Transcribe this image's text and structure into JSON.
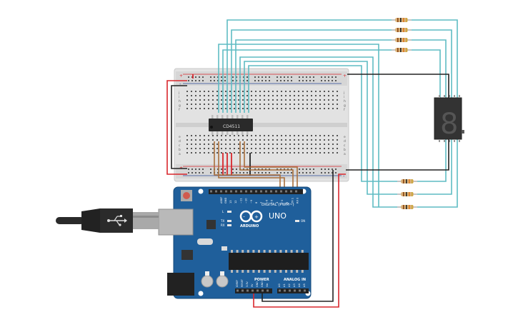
{
  "chip": {
    "label": "CD4511"
  },
  "arduino": {
    "header_digital": "DIGITAL (PWM~)",
    "uno": "UNO",
    "brand": "ARDUINO",
    "power": "POWER",
    "analog_in": "ANALOG IN",
    "led_l": "L",
    "led_tx": "TX",
    "led_rx": "RX",
    "led_on": "ON",
    "aref": "AREF",
    "gnd": "GND",
    "digital_pins": [
      "13",
      "12",
      "~11",
      "~10",
      "~9",
      "8",
      "7",
      "~6",
      "~5",
      "4",
      "~3",
      "2",
      "TX 1",
      "RX 0"
    ],
    "power_pins": [
      "IOREF",
      "RESET",
      "3.3V",
      "5V",
      "GND",
      "GND",
      "Vin"
    ],
    "analog_pins": [
      "A0",
      "A1",
      "A2",
      "A3",
      "A4",
      "A5"
    ]
  },
  "breadboard": {
    "row_letters_top": [
      "j",
      "i",
      "h",
      "g",
      "f"
    ],
    "row_letters_bottom": [
      "e",
      "d",
      "c",
      "b",
      "a"
    ],
    "plus": "+",
    "minus": "-"
  },
  "display": {
    "digit": "8."
  },
  "colors": {
    "board": "#1f5f9b",
    "wire_teal": "#5fbcc3",
    "wire_red": "#d8262c",
    "wire_black": "#222222",
    "wire_brown": "#a86f3c",
    "breadboard": "#e3e3e3"
  }
}
